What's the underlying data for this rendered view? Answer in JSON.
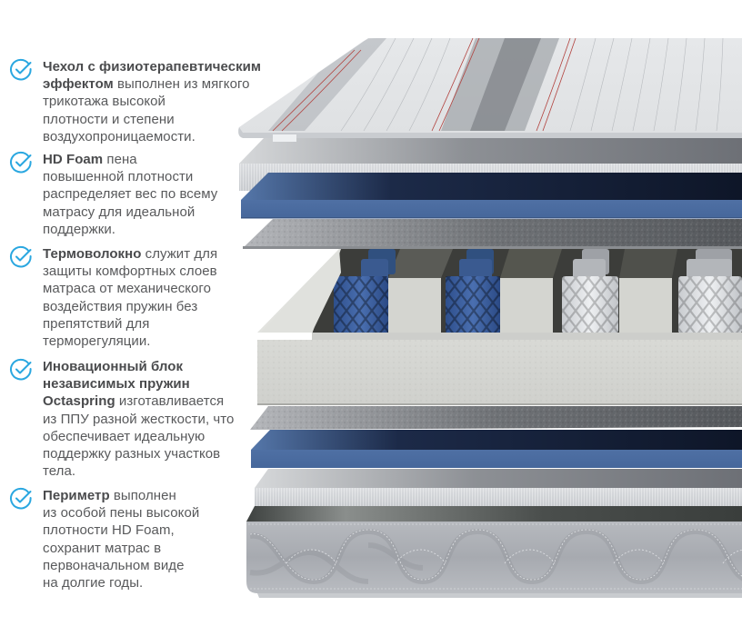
{
  "colors": {
    "check_icon": "#2aa7e0",
    "text": "#58595b",
    "text_bold": "#4a4b4d",
    "foam_blue": "#4a6b9e",
    "foam_blue_dark": "#101a30",
    "foam_white": "#d5d8dc",
    "felt_gray": "#7a7c80",
    "base_block": "#d3d4d0",
    "spring_blue": "#3c5f9e",
    "spring_white": "#e3e5e8",
    "perimeter_fabric": "#a9acb2"
  },
  "features": [
    {
      "icon": "check-circle-icon",
      "bold": "Чехол с физиотерапевтическим эффектом",
      "text": " выполнен из мягкого трикотажа высокой плотности и степени воздухопроницаемости.",
      "lines": [
        {
          "b": "Чехол с физиотерапевтическим",
          "t": ""
        },
        {
          "b": "эффектом",
          "t": " выполнен из мягкого"
        },
        {
          "b": "",
          "t": "трикотажа высокой"
        },
        {
          "b": "",
          "t": "плотности и степени"
        },
        {
          "b": "",
          "t": "воздухопроницаемости."
        }
      ]
    },
    {
      "icon": "check-circle-icon",
      "bold": "HD Foam",
      "text": " пена повышенной плотности распределяет вес по всему матрасу для идеальной поддержки.",
      "lines": [
        {
          "b": "HD Foam",
          "t": " пена"
        },
        {
          "b": "",
          "t": "повышенной плотности"
        },
        {
          "b": "",
          "t": "распределяет вес по всему"
        },
        {
          "b": "",
          "t": "матрасу для идеальной"
        },
        {
          "b": "",
          "t": "поддержки."
        }
      ]
    },
    {
      "icon": "check-circle-icon",
      "bold": "Термоволокно",
      "text": " служит для защиты комфортных слоев матраса от механического воздействия пружин без препятствий для терморегуляции.",
      "lines": [
        {
          "b": "Термоволокно",
          "t": " служит для"
        },
        {
          "b": "",
          "t": "защиты комфортных слоев"
        },
        {
          "b": "",
          "t": "матраса от механического"
        },
        {
          "b": "",
          "t": "воздействия пружин без"
        },
        {
          "b": "",
          "t": "препятствий для"
        },
        {
          "b": "",
          "t": "терморегуляции."
        }
      ]
    },
    {
      "icon": "check-circle-icon",
      "bold": "Иновационный блок независимых пружин Octaspring",
      "text": " изготавливается из ППУ разной жесткости, что обеспечивает идеальную поддержку разных участков тела.",
      "lines": [
        {
          "b": "Иновационный блок",
          "t": ""
        },
        {
          "b": "независимых пружин",
          "t": ""
        },
        {
          "b": "Octaspring",
          "t": " изготавливается"
        },
        {
          "b": "",
          "t": "из ППУ разной жесткости, что"
        },
        {
          "b": "",
          "t": "обеспечивает идеальную"
        },
        {
          "b": "",
          "t": "поддержку разных участков"
        },
        {
          "b": "",
          "t": "тела."
        }
      ]
    },
    {
      "icon": "check-circle-icon",
      "bold": "Периметр",
      "text": " выполнен из особой пены высокой плотности HD Foam, сохранит матрас в первоначальном виде на долгие годы.",
      "lines": [
        {
          "b": "Периметр",
          "t": " выполнен"
        },
        {
          "b": "",
          "t": "из особой пены высокой"
        },
        {
          "b": "",
          "t": "плотности HD Foam,"
        },
        {
          "b": "",
          "t": "сохранит матрас в"
        },
        {
          "b": "",
          "t": "первоначальном виде"
        },
        {
          "b": "",
          "t": "на долгие годы."
        }
      ]
    }
  ],
  "illustration": {
    "alt": "mattress-layers-cutaway",
    "layers": [
      "knitted-cover",
      "hd-foam-white-top",
      "hd-foam-blue-top",
      "thermofiber-top",
      "octaspring-block",
      "thermofiber-bottom",
      "hd-foam-blue-bottom",
      "hd-foam-white-bottom",
      "perimeter-base"
    ]
  }
}
